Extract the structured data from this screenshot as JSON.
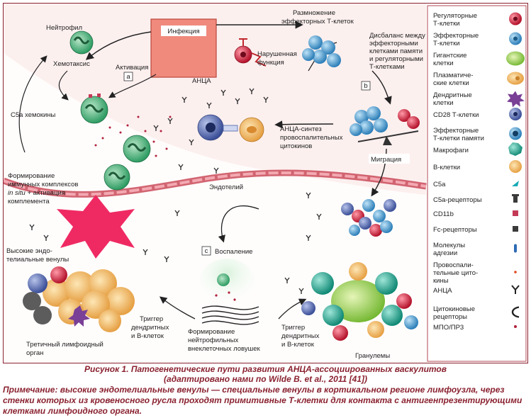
{
  "figure": {
    "labels": {
      "neutrophil": "Нейтрофил",
      "infection": "Инфекция",
      "proliferation_1": "Размножение",
      "proliferation_2": "эффекторных Т-клеток",
      "chemotaxis": "Хемотаксис",
      "activation": "Активация",
      "impaired_1": "Нарушенная",
      "impaired_2": "функция",
      "imbalance_1": "Дисбаланс между",
      "imbalance_2": "эффекторными",
      "imbalance_3": "клетками памяти",
      "imbalance_4": "и регуляторными",
      "imbalance_5": "Т-клетками",
      "anca": "АНЦА",
      "c5a_chemokines": "С5а хемокины",
      "anca_synthesis_1": "АНЦА-синтез",
      "anca_synthesis_2": "провоспалительных",
      "anca_synthesis_3": "цитокинов",
      "migration": "Миграция",
      "ic_1": "Формирование",
      "ic_2": "иммунных комплексов",
      "ic_3_italic": "in situ",
      "ic_3_rest": " + активация",
      "ic_4": "комплемента",
      "endothelium": "Эндотелий",
      "hev_1": "Высокие эндо-",
      "hev_2": "телиальные венулы",
      "inflammation": "Воспаление",
      "trigger_left_1": "Триггер",
      "trigger_left_2": "дендритных",
      "trigger_left_3": "и В-клеток",
      "net_1": "Формирование",
      "net_2": "нейтрофильных",
      "net_3": "внеклеточных ловушек",
      "trigger_right_1": "Триггер",
      "trigger_right_2": "дендритных",
      "trigger_right_3": "и В-клеток",
      "tlo_1": "Третичный лимфоидный",
      "tlo_2": "орган",
      "granulomas": "Гранулемы",
      "box_a": "a",
      "box_b": "b",
      "box_c": "c"
    },
    "legend": [
      {
        "text": [
          "Регуляторные",
          "Т-клетки"
        ],
        "icon": "regulatory-t-cell-icon"
      },
      {
        "text": [
          "Эффекторные",
          "Т-клетки"
        ],
        "icon": "effector-t-cell-icon"
      },
      {
        "text": [
          "Гигантские",
          "клетки"
        ],
        "icon": "giant-cell-icon"
      },
      {
        "text": [
          "Плазматиче-",
          "ские клетки"
        ],
        "icon": "plasma-cell-icon"
      },
      {
        "text": [
          "Дендритные",
          "клетки"
        ],
        "icon": "dendritic-cell-icon"
      },
      {
        "text": [
          "CD28 Т-клетки"
        ],
        "icon": "cd28-t-cell-icon"
      },
      {
        "text": [
          "Эффекторные",
          "Т-клетки памяти"
        ],
        "icon": "effector-memory-t-cell-icon"
      },
      {
        "text": [
          "Макрофаги"
        ],
        "icon": "macrophage-icon"
      },
      {
        "text": [
          "В-клетки"
        ],
        "icon": "b-cell-icon"
      },
      {
        "text": [
          "С5а"
        ],
        "icon": "c5a-icon"
      },
      {
        "text": [
          "С5а-рецепторы"
        ],
        "icon": "c5a-receptor-icon"
      },
      {
        "text": [
          "CD11b"
        ],
        "icon": "cd11b-icon"
      },
      {
        "text": [
          "Fc-рецепторы"
        ],
        "icon": "fc-receptor-icon"
      },
      {
        "text": [
          "Молекулы",
          "адгезии"
        ],
        "icon": "adhesion-molecule-icon"
      },
      {
        "text": [
          "Провоспали-",
          "тельные цито-",
          "кины"
        ],
        "icon": "cytokine-icon"
      },
      {
        "text": [
          "АНЦА"
        ],
        "icon": "anca-icon"
      },
      {
        "text": [
          "Цитокиновые",
          "рецепторы"
        ],
        "icon": "cytokine-receptor-icon"
      },
      {
        "text": [
          "МПО/ПР3"
        ],
        "icon": "mpo-pr3-icon"
      }
    ],
    "colors": {
      "frame": "#8a2230",
      "vessel": "#f7dede",
      "infection": "#ee7f73",
      "regulatory": "#d6213c",
      "effector": "#3b8fc9",
      "giant": "#8cc640",
      "plasma": "#f2b85a",
      "dendritic": "#7a3f96",
      "cd28": "#4a63a8",
      "memory": "#2f86b0",
      "macrophage": "#1aa58f",
      "bcell": "#e0b06a",
      "neutrophil": "#2e9c63"
    }
  },
  "caption": {
    "line1": "Рисунок 1. Патогенетические пути развития АНЦА-ассоциированных васкулитов",
    "line2": "(адаптировано нами по Wilde B. et al., 2011 [41])"
  },
  "note": "Примечание: высокие эндотелиальные венулы — специальные венулы в кортикальном регионе лимфоузла, через стенки которых из кровеносного русла проходят примитивные Т-клетки для контакта с антигенпрезентирующими клетками лимфоидного органа."
}
